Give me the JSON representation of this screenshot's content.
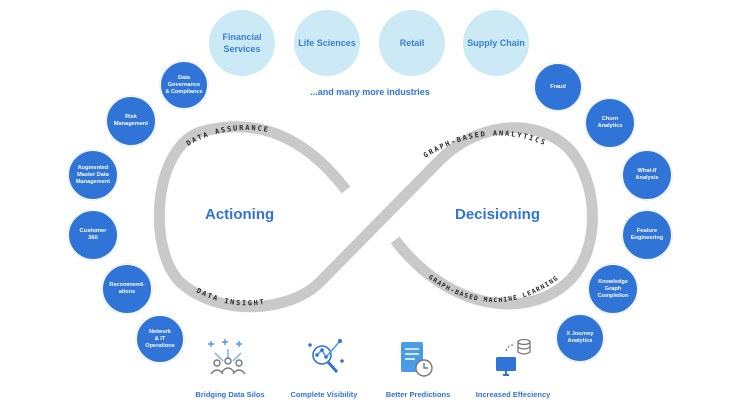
{
  "industries": [
    "Financial\nServices",
    "Life Sciences",
    "Retail",
    "Supply Chain"
  ],
  "more_industries": "...and many more industries",
  "left_label": "Actioning",
  "right_label": "Decisioning",
  "band_labels": {
    "top_left": "DATA ASSURANCE",
    "bottom_left": "DATA INSIGHT",
    "top_right": "GRAPH-BASED ANALYTICS",
    "bottom_right": "GRAPH-BASED MACHINE LEARNING"
  },
  "left_usecases": [
    "Data\nGovernance\n& Compliance",
    "Risk\nManagement",
    "Augmented\nMaster Data\nManagement",
    "Customer\n360",
    "Recommend-\nations",
    "Network\n& IT\nOperations"
  ],
  "right_usecases": [
    "Fraud",
    "Churn\nAnalytics",
    "What-If\nAnalysis",
    "Feature\nEngineering",
    "Knowledge\nGraph\nCompletion",
    "X Journey\nAnalytics"
  ],
  "benefits": [
    {
      "label": "Bridging Data Silos",
      "icon": "people-network-icon"
    },
    {
      "label": "Complete Visibility",
      "icon": "magnifier-graph-icon"
    },
    {
      "label": "Better Predictions",
      "icon": "report-clock-icon"
    },
    {
      "label": "Increased Effeciency",
      "icon": "computer-database-icon"
    }
  ],
  "colors": {
    "primary": "#2f74d6",
    "industry_bg": "#cce9f6",
    "loop": "#c9c9c9"
  }
}
